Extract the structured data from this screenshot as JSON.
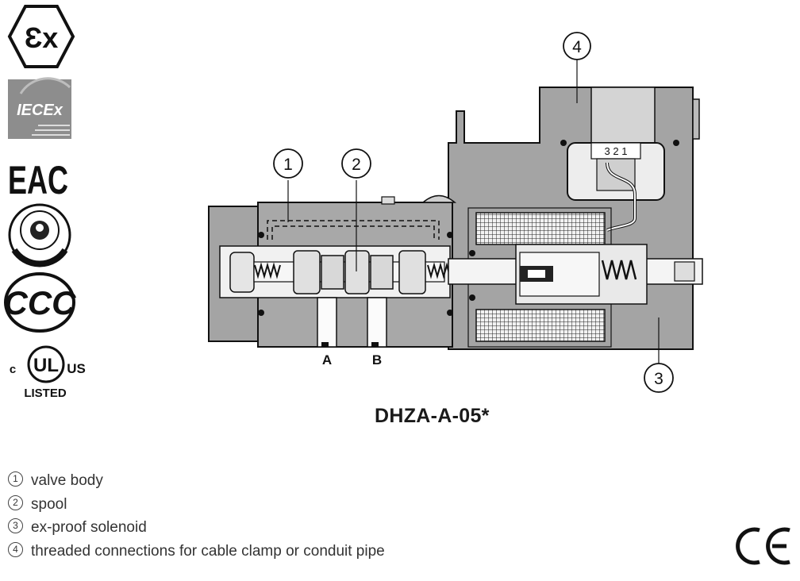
{
  "title": "DHZA-A-05*",
  "callouts": [
    "1",
    "2",
    "3",
    "4"
  ],
  "ports": {
    "a": "A",
    "b": "B"
  },
  "connector_pins": "3 2 1",
  "legend": [
    {
      "num": "1",
      "text": "valve body"
    },
    {
      "num": "2",
      "text": "spool"
    },
    {
      "num": "3",
      "text": "ex-proof solenoid"
    },
    {
      "num": "4",
      "text": "threaded connections for cable clamp or conduit pipe"
    }
  ],
  "logos": {
    "ex": "Ɛx",
    "iecex": "IECEx",
    "eac": "EAC",
    "ccc": "CCC",
    "ul_c": "c",
    "ul_mark": "UL",
    "ul_us": "US",
    "ul_listed": "LISTED",
    "ce": "CE"
  },
  "colors": {
    "body": "#a0a0a0",
    "outline": "#111111",
    "light": "#e8e8e8"
  }
}
